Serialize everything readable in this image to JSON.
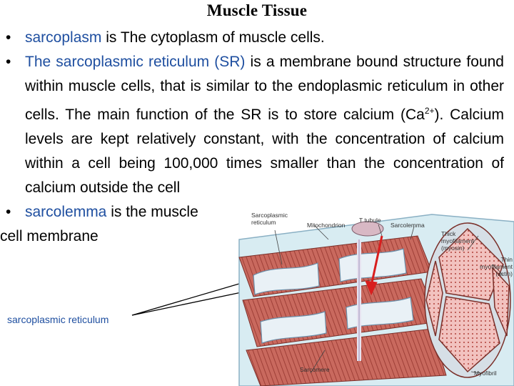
{
  "title": "Muscle Tissue",
  "bullets": {
    "b1_term": "sarcoplasm",
    "b1_is": " is",
    "b1_text": " The cytoplasm of muscle cells.",
    "b2_term": "The sarcoplasmic reticulum (SR)",
    "b2_text_before_sup": " is a membrane bound structure found within muscle cells, that is similar to the endoplasmic reticulum in other cells. The main function of the SR is to store calcium (Ca",
    "b2_sup": "2+",
    "b2_text_after_sup": "). Calcium levels are kept relatively constant, with the concentration of calcium within a cell being 100,000 times smaller than the concentration of calcium outside the cell",
    "b3_term": "sarcolemma",
    "b3_is": " is",
    "b3_text": " the muscle",
    "b3_cont": "cell membrane"
  },
  "side_label": "sarcoplasmic reticulum",
  "diagram": {
    "labels": {
      "sarcoplasmic_reticulum": "Sarcoplasmic reticulum",
      "mitochondrion": "Mitochondrion",
      "t_tubule": "T tubule",
      "sarcolemma": "Sarcolemma",
      "thick_myofilament": "Thick myofilament (myosin)",
      "thin_myofilament": "Thin myofilament (actin)",
      "sarcomere": "Sarcomere",
      "myofibril": "Myofibril"
    },
    "colors": {
      "fiber": "#c9695e",
      "fiber_dark": "#9e3f37",
      "sarcolemma": "#d8ecf2",
      "reticulum": "#e9f1f6",
      "reticulum_stroke": "#6b8ea8",
      "arrow": "#d81e1e"
    }
  }
}
